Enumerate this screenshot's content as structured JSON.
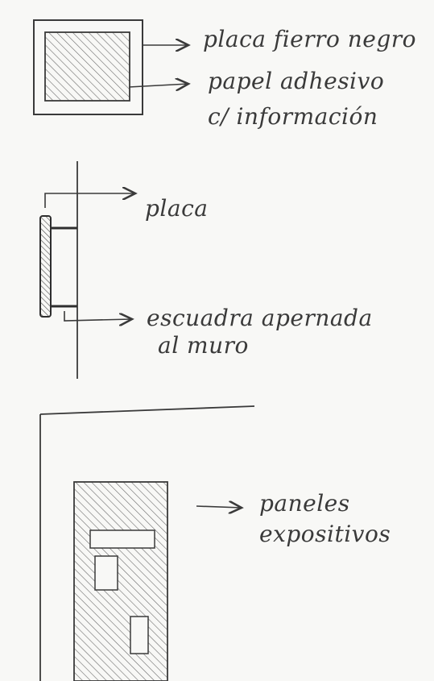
{
  "sketch1": {
    "label_top": "placa fierro negro",
    "label_mid_line1": "papel adhesivo",
    "label_mid_line2": "c/ información"
  },
  "sketch2": {
    "label_top": "placa",
    "label_bottom_line1": "escuadra apernada",
    "label_bottom_line2": "al muro"
  },
  "sketch3": {
    "label_line1": "paneles",
    "label_line2": "expositivos"
  },
  "colors": {
    "paper": "#f8f8f6",
    "ink": "#3a3a3a",
    "hatch": "#6b6b6b"
  }
}
